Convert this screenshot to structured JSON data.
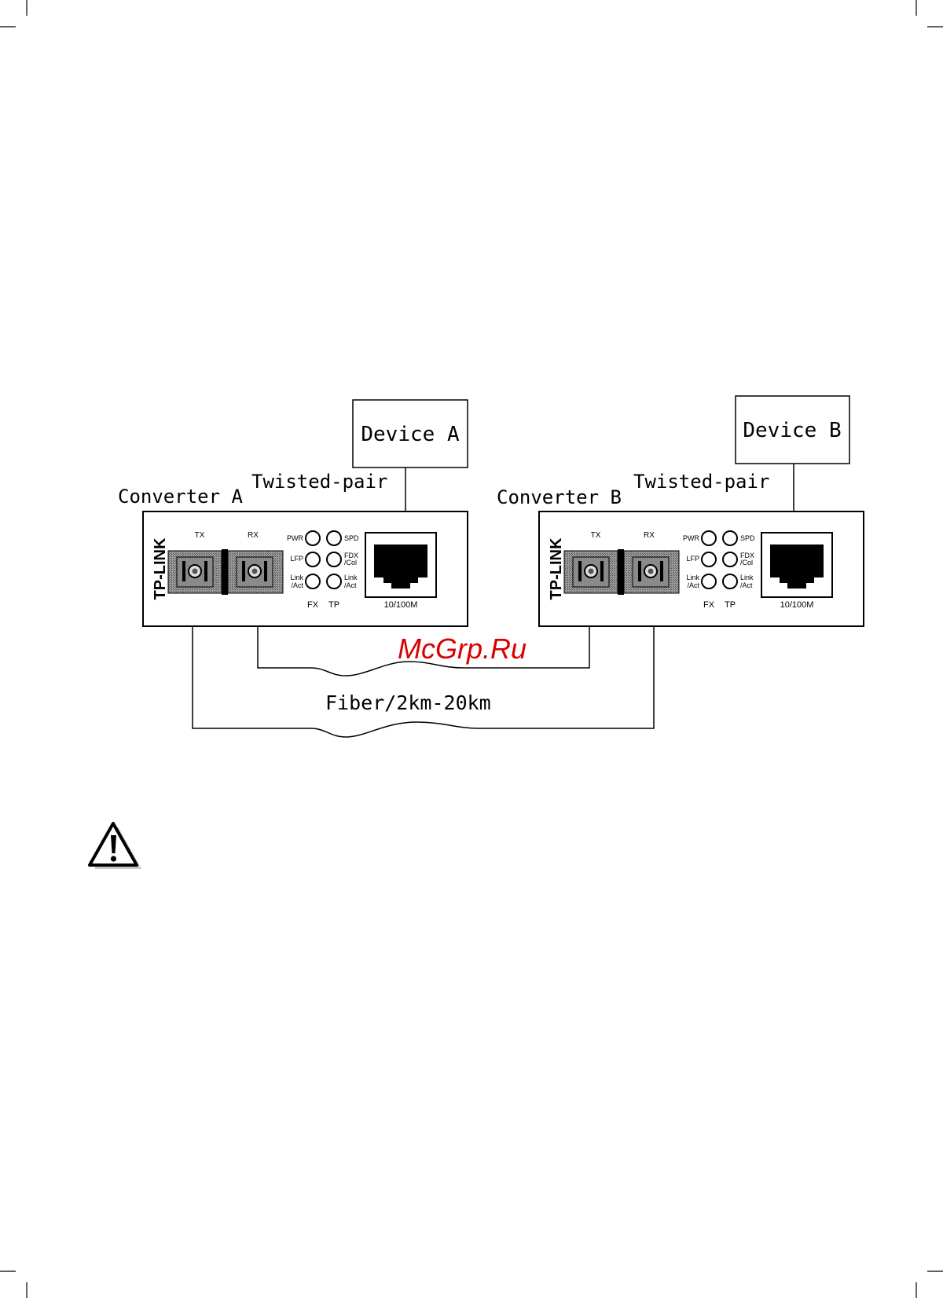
{
  "diagram": {
    "device_a": "Device A",
    "device_b": "Device B",
    "twisted_pair_a": "Twisted-pair",
    "twisted_pair_b": "Twisted-pair",
    "converter_a": "Converter A",
    "converter_b": "Converter B",
    "fiber": "Fiber/2km-20km",
    "watermark": "McGrp.Ru"
  },
  "converter": {
    "brand": "TP-LINK",
    "tx": "TX",
    "rx": "RX",
    "pwr": "PWR",
    "lfp": "LFP",
    "link": "Link",
    "act": "/Act",
    "spd": "SPD",
    "fdx": "FDX",
    "col": "/Col",
    "fx": "FX",
    "tp": "TP",
    "port": "10/100M"
  },
  "icons": {
    "warning": "warning-triangle-icon"
  }
}
